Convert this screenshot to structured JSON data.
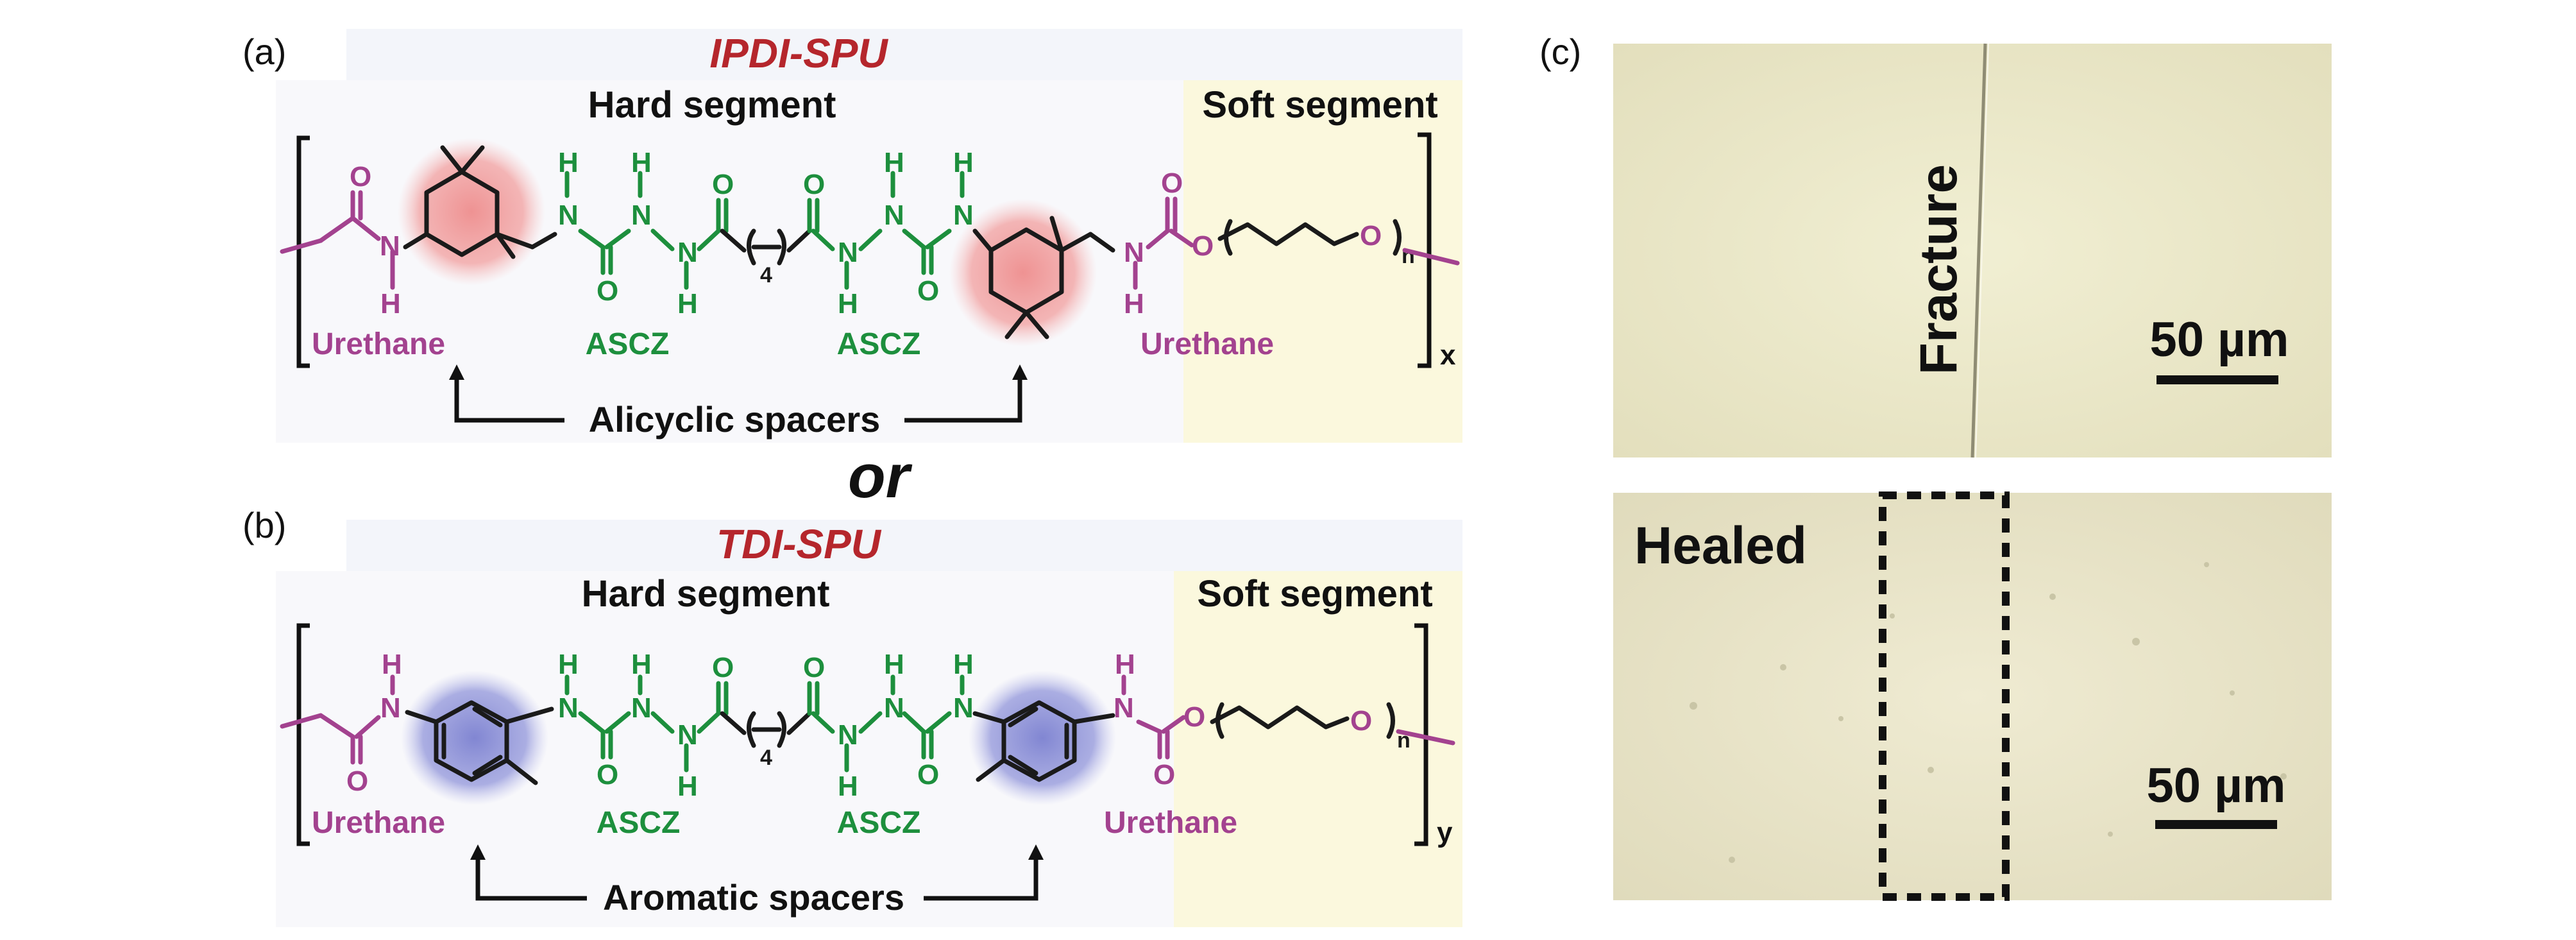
{
  "panels": {
    "a": {
      "label": "(a)",
      "title": "IPDI-SPU",
      "hard_segment": "Hard segment",
      "soft_segment": "Soft segment",
      "urethane_left": "Urethane",
      "urethane_right": "Urethane",
      "ascz_left": "ASCZ",
      "ascz_right": "ASCZ",
      "spacers": "Alicyclic spacers",
      "repeat_subscript": "x",
      "soft_subscript": "n",
      "chain_subscript": "4"
    },
    "connector": "or",
    "b": {
      "label": "(b)",
      "title": "TDI-SPU",
      "hard_segment": "Hard segment",
      "soft_segment": "Soft segment",
      "urethane_left": "Urethane",
      "urethane_right": "Urethane",
      "ascz_left": "ASCZ",
      "ascz_right": "ASCZ",
      "spacers": "Aromatic spacers",
      "repeat_subscript": "y",
      "soft_subscript": "n",
      "chain_subscript": "4"
    },
    "c": {
      "label": "(c)",
      "top_caption": "Fracture",
      "bottom_caption": "Healed",
      "scale_top": "50 µm",
      "scale_bottom": "50 µm"
    }
  },
  "atoms": {
    "O": "O",
    "N": "N",
    "H": "H"
  },
  "colors": {
    "title": "#b5262c",
    "urethane": "#a3428f",
    "ascz": "#1d8f3d",
    "skeleton": "#1a1a1a",
    "alicyclic_glow": "#ee8d8d",
    "aromatic_glow": "#8b8fd6",
    "soft_bg": "#fbf8dd",
    "micrograph": "#ece9c9"
  },
  "icons": {
    "alicyclic": "cyclohexane-ring-icon",
    "aromatic": "benzene-ring-icon",
    "arrow": "arrow-up-icon",
    "scale_bar": "scale-bar-icon"
  }
}
